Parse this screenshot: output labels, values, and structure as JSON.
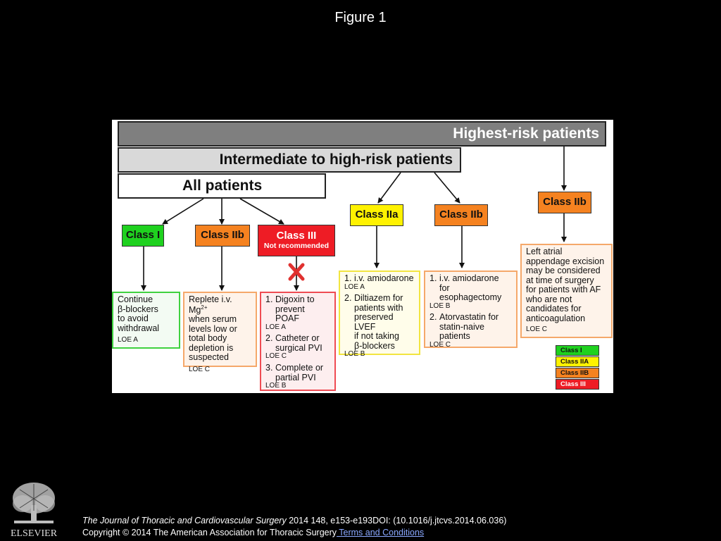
{
  "figure_title": "Figure 1",
  "banners": {
    "highest": "Highest-risk patients",
    "intermediate": "Intermediate to high-risk patients",
    "all": "All patients"
  },
  "classes": {
    "all_class_i": "Class I",
    "all_class_iib": "Class IIb",
    "all_class_iii": "Class III",
    "all_class_iii_sub": "Not recommended",
    "inter_class_iia": "Class IIa",
    "inter_class_iib": "Class IIb",
    "high_class_iib": "Class IIb"
  },
  "boxes": {
    "continue_bb": {
      "text": "Continue\nβ-blockers\nto avoid\nwithdrawal",
      "loe": "LOE  A"
    },
    "replete_mg": {
      "text_pre": "Replete i.v. Mg",
      "sup": "2+",
      "text_post": "when serum\nlevels low or\ntotal body\ndepletion is\nsuspected",
      "loe": "LOE  C"
    },
    "not_recommended": {
      "items": [
        {
          "num": "1.",
          "text": "Digoxin to\nprevent POAF",
          "loe": "LOE  A"
        },
        {
          "num": "2.",
          "text": "Catheter or\nsurgical PVI",
          "loe": "LOE  C"
        },
        {
          "num": "3.",
          "text": "Complete or\npartial PVI",
          "loe": "LOE  B"
        }
      ]
    },
    "class_iia": {
      "items": [
        {
          "num": "1.",
          "text": "i.v. amiodarone",
          "loe": "LOE  A"
        },
        {
          "num": "2.",
          "text": "Diltiazem for\npatients with\npreserved LVEF\nif not taking\nβ-blockers",
          "loe": "LOE  B"
        }
      ]
    },
    "class_iib_inter": {
      "items": [
        {
          "num": "1.",
          "text": "i.v. amiodarone\nfor esophagectomy",
          "loe": "LOE  B"
        },
        {
          "num": "2.",
          "text": "Atorvastatin for\nstatin-naive\npatients",
          "loe": "LOE  C"
        }
      ]
    },
    "left_atrial": {
      "text": "Left atrial\nappendage excision\nmay be considered\nat time of surgery\nfor patients with AF\nwho are not\ncandidates for\nanticoagulation",
      "loe": "LOE  C"
    }
  },
  "legend": [
    {
      "label": "Class I",
      "color": "#1fd11f",
      "text_color": "#111111"
    },
    {
      "label": "Class IIA",
      "color": "#fff200",
      "text_color": "#111111"
    },
    {
      "label": "Class IIB",
      "color": "#f58220",
      "text_color": "#111111"
    },
    {
      "label": "Class III",
      "color": "#ee1c25",
      "text_color": "#ffffff"
    }
  ],
  "footer": {
    "journal": "The Journal of Thoracic and Cardiovascular Surgery",
    "citation": " 2014 148, e153-e193DOI: (10.1016/j.jtcvs.2014.06.036)",
    "copyright": "Copyright © 2014 The American Association for Thoracic Surgery",
    "terms_link": " Terms and Conditions"
  },
  "logo_text": "ELSEVIER",
  "colors": {
    "background": "#000000",
    "panel": "#ffffff",
    "class_i": "#1fd11f",
    "class_iia": "#fff200",
    "class_iib": "#f58220",
    "class_iii": "#ee1c25"
  }
}
